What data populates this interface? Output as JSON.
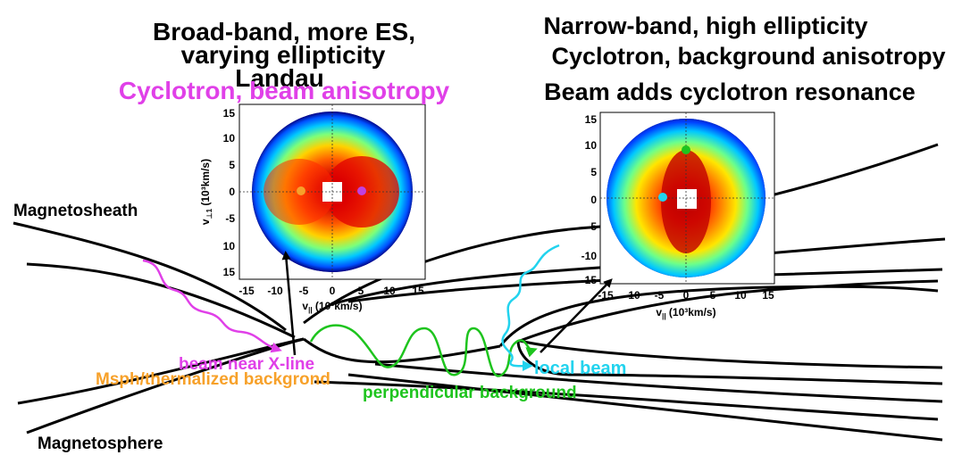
{
  "left_header": {
    "line1": "Broad-band, more ES,",
    "line2": "varying ellipticity",
    "line3": "Landau",
    "line4": "Cyclotron, beam anisotropy"
  },
  "right_header": {
    "line1": "Narrow-band, high ellipticity",
    "line2": "Cyclotron, background anisotropy",
    "line3": "Beam adds cyclotron resonance"
  },
  "region_labels": {
    "magnetosheath": "Magnetosheath",
    "magnetosphere": "Magnetosphere"
  },
  "wave_labels": {
    "beam_near_xline": "beam near X-line",
    "msph_background": "Msph/thermalized backgrond",
    "perpendicular_background": "perpendicular background",
    "local_beam": "local beam"
  },
  "left_plot": {
    "yticks": [
      "15",
      "10",
      "5",
      "0",
      "-5",
      "10",
      "15"
    ],
    "xticks": [
      "-15",
      "-10",
      "-5",
      "0",
      "5",
      "10",
      "15"
    ],
    "ylabel_main": "v",
    "ylabel_sub": "⊥1",
    "ylabel_units": " (10³km/s)",
    "xlabel_main": "v",
    "xlabel_sub": "||",
    "xlabel_units": " (10³km/s)"
  },
  "right_plot": {
    "yticks": [
      "15",
      "10",
      "5",
      "0",
      "-5",
      "-10",
      "-15"
    ],
    "xticks": [
      "-15",
      "-10",
      "-5",
      "0",
      "5",
      "10",
      "15"
    ],
    "xlabel_main": "v",
    "xlabel_sub": "||",
    "xlabel_units": " (10³km/s)"
  },
  "colors": {
    "magenta": "#e040e8",
    "orange": "#f7a12a",
    "green": "#1ec41e",
    "cyan": "#22d3ee",
    "black": "#000000"
  }
}
